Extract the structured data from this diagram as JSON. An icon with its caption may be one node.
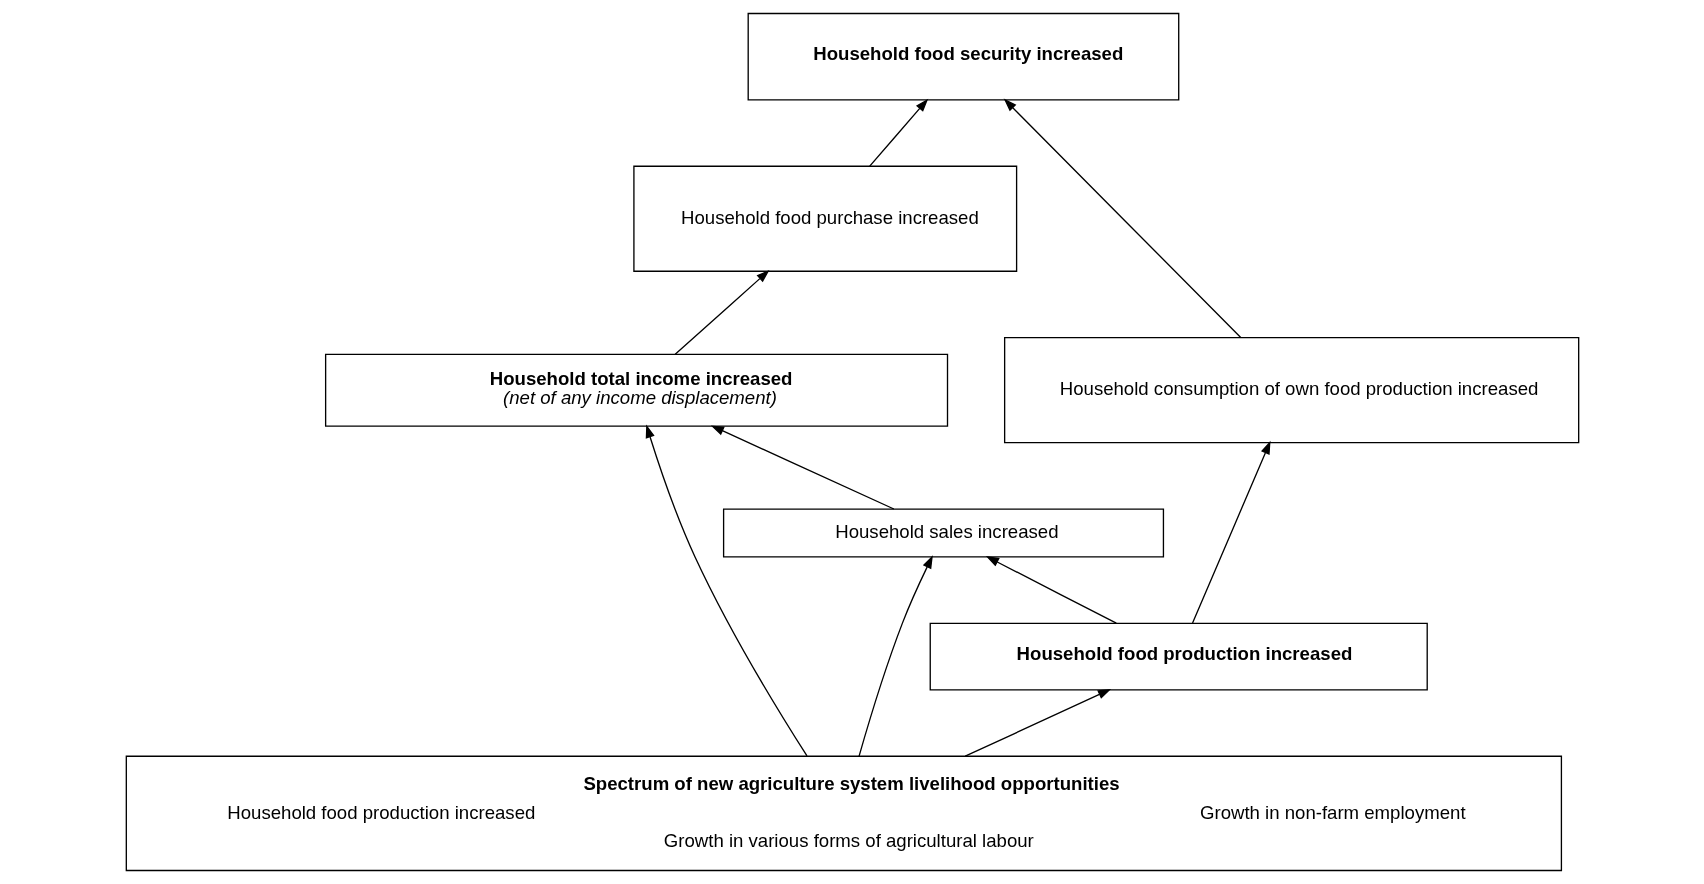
{
  "diagram": {
    "nodes": [
      {
        "text": [
          "Household food security increased"
        ]
      },
      {
        "text": [
          "Household consumption of own food production increased"
        ]
      },
      {
        "text": [
          "Household food purchase increased"
        ]
      },
      {
        "text": [
          "Household total income increased",
          "(net of any income displacement)"
        ]
      },
      {
        "text": [
          "Household sales increased"
        ]
      },
      {
        "text": [
          "Household food production increased"
        ]
      },
      {
        "text": [
          "Spectrum of new agriculture system livelihood opportunities",
          "Household food production increased",
          "Growth in non-farm employment",
          "Growth in various forms of agricultural labour"
        ]
      }
    ],
    "edges": [
      {
        "from": 1,
        "to": 0,
        "arrow": "to"
      },
      {
        "from": 2,
        "to": 0,
        "arrow": "to"
      },
      {
        "from": 3,
        "to": 2,
        "arrow": "to"
      },
      {
        "from": 4,
        "to": 3,
        "arrow": "to"
      },
      {
        "from": 5,
        "to": 1,
        "arrow": "to"
      },
      {
        "from": 5,
        "to": 4,
        "arrow": "to"
      },
      {
        "from": 6,
        "to": 5,
        "arrow": "to"
      },
      {
        "from": 6,
        "to": 4,
        "arrow": "to"
      },
      {
        "from": 6,
        "to": 3,
        "arrow": "to"
      }
    ]
  }
}
